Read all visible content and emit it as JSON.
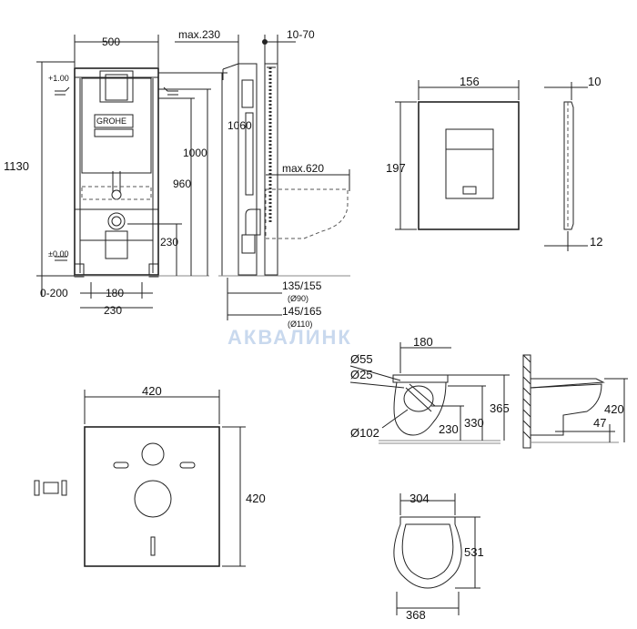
{
  "watermark": {
    "text": "АКВАЛИНК"
  },
  "frame_front": {
    "width": "500",
    "height": "1130",
    "mark_top": "+1.00",
    "mark_bottom": "±0.00",
    "height_1060": "1060",
    "height_1000": "1000",
    "height_960": "960",
    "outlet_height": "230",
    "leg_adjust": "0-200",
    "bolt_spacing": "180",
    "outlet_offset": "230"
  },
  "frame_side": {
    "max_depth": "max.230",
    "wall_depth": "10-70",
    "max_projection": "max.620",
    "pipe_1": "135/155",
    "pipe_1_d": "(Ø90)",
    "pipe_2": "145/165",
    "pipe_2_d": "(Ø110)"
  },
  "flush_plate": {
    "width": "156",
    "height": "197",
    "thickness": "10",
    "depth": "12"
  },
  "bowl_side": {
    "d55": "Ø55",
    "d25": "Ø25",
    "d102": "Ø102",
    "top": "180",
    "h365": "365",
    "h330": "330",
    "h230": "230"
  },
  "bowl_profile": {
    "h420": "420",
    "h47": "47"
  },
  "bowl_top": {
    "w304": "304",
    "w368": "368",
    "l531": "531"
  },
  "sound_pad": {
    "width": "420",
    "height": "420"
  }
}
